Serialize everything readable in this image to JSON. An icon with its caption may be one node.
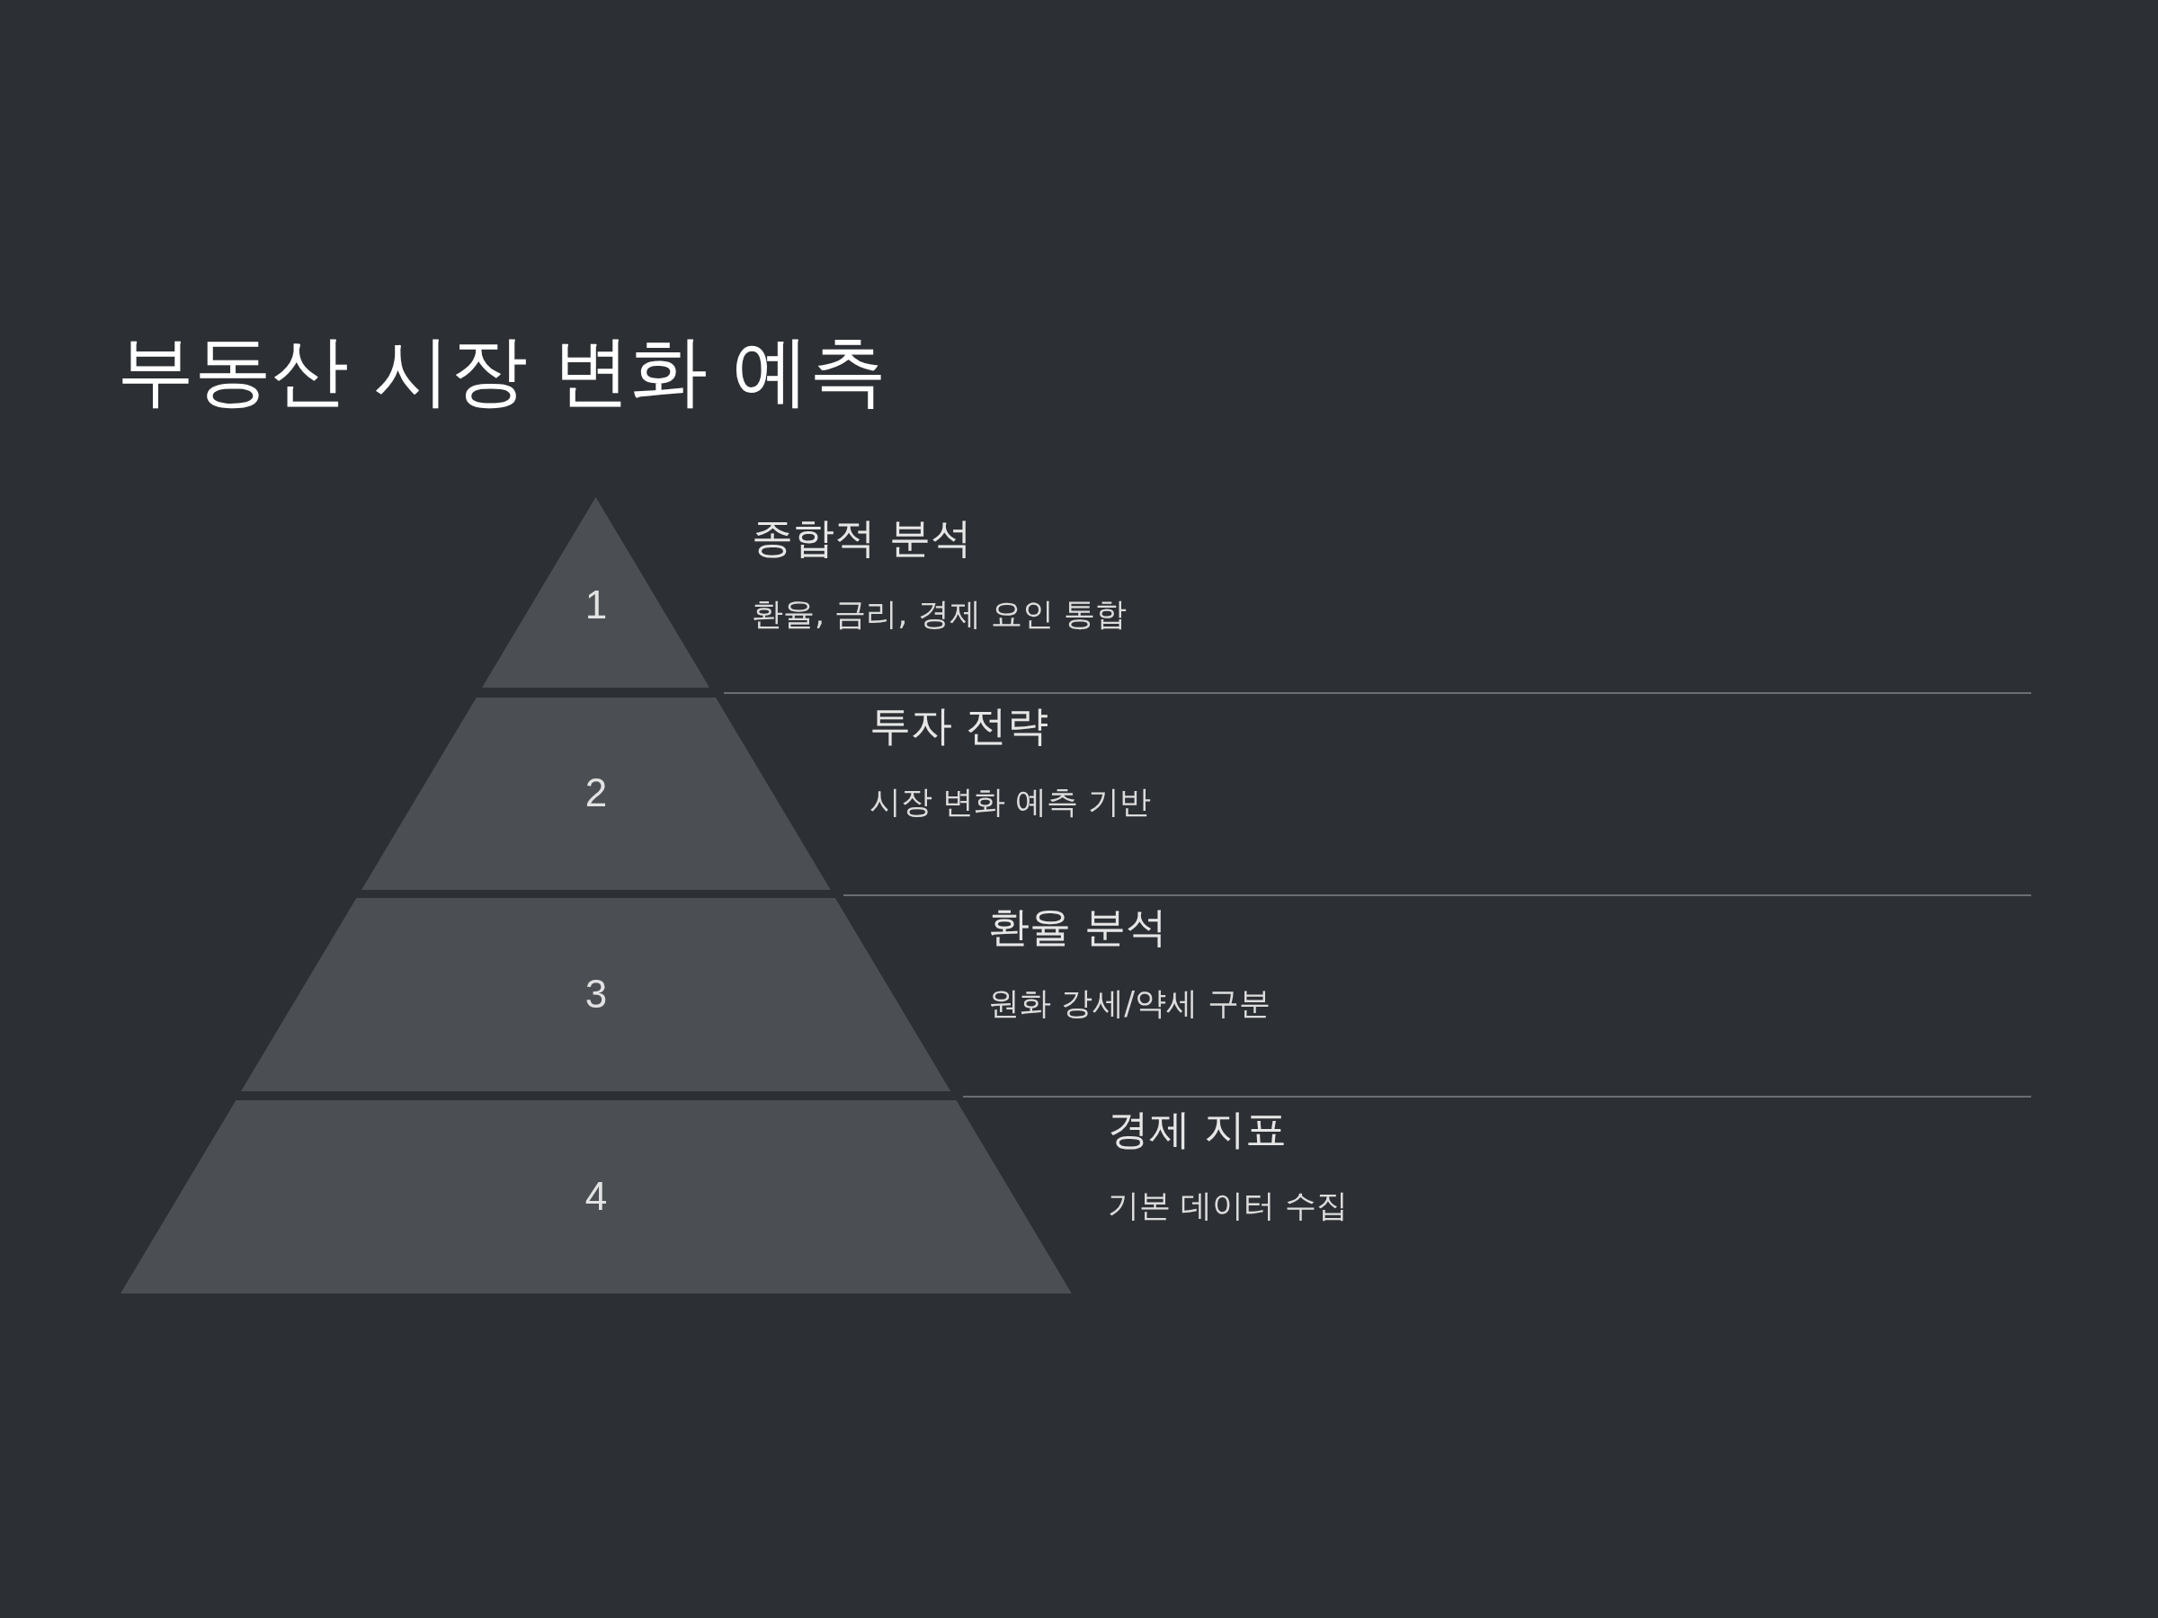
{
  "diagram": {
    "title": "부동산 시장 변화 예측",
    "nodes": [
      {
        "text": [
          "1"
        ],
        "beside": [
          "종합적 분석",
          "환율, 금리, 경제 요인 통합"
        ]
      },
      {
        "text": [
          "2"
        ],
        "beside": [
          "투자 전략",
          "시장 변화 예측 기반"
        ]
      },
      {
        "text": [
          "3"
        ],
        "beside": [
          "환율 분석",
          "원화 강세/약세 구분"
        ]
      },
      {
        "text": [
          "4"
        ],
        "beside": [
          "경제 지표",
          "기본 데이터 수집"
        ]
      }
    ],
    "edges": []
  }
}
